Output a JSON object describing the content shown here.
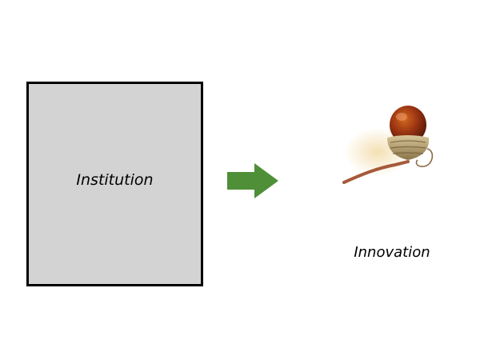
{
  "diagram": {
    "left_label": "Institution",
    "right_label": "Innovation",
    "arrow_direction": "right",
    "arrow_icon": "right-arrow-icon",
    "image_icon": "acorn-icon"
  },
  "colors": {
    "box_fill": "#d3d3d3",
    "box_border": "#000000",
    "arrow_fill": "#4e8f37",
    "text": "#000000",
    "background": "#ffffff"
  }
}
